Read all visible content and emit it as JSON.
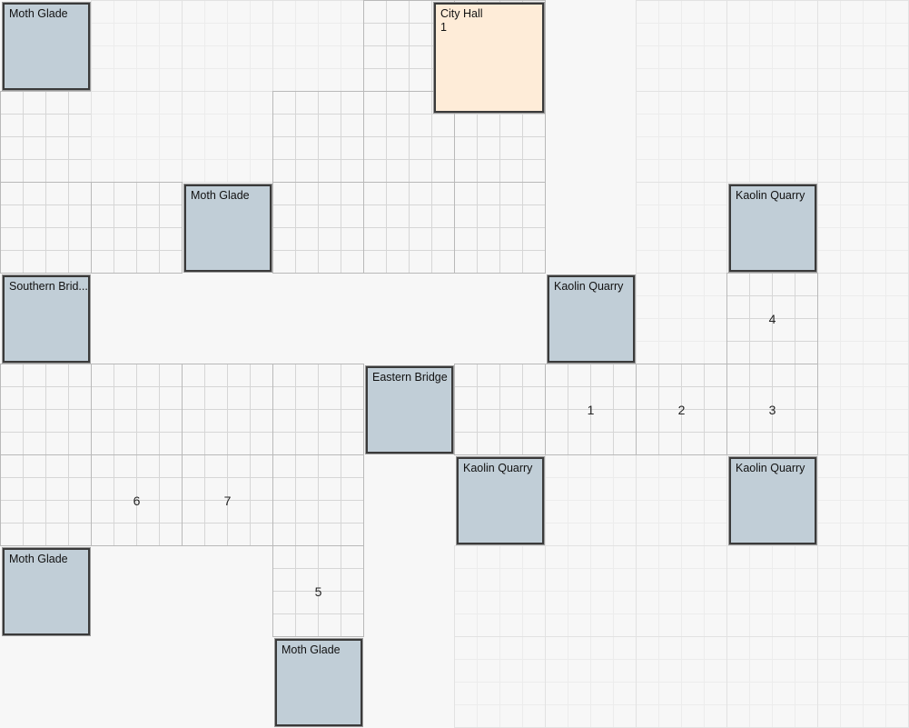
{
  "tiles": [
    {
      "name": "Moth Glade"
    },
    {
      "name": "City Hall",
      "sub": "1"
    },
    {
      "name": "Moth Glade"
    },
    {
      "name": "Kaolin Quarry"
    },
    {
      "name": "Southern Brid..."
    },
    {
      "name": "Kaolin Quarry"
    },
    {
      "name": "Eastern Bridge"
    },
    {
      "name": "Kaolin Quarry"
    },
    {
      "name": "Kaolin Quarry"
    },
    {
      "name": "Moth Glade"
    },
    {
      "name": "Moth Glade"
    }
  ],
  "markers": [
    "4",
    "1",
    "2",
    "3",
    "6",
    "7",
    "5"
  ],
  "colors": {
    "tile": "#c1ced7",
    "city_hall": "#feecd8",
    "background": "#f7f7f7"
  }
}
